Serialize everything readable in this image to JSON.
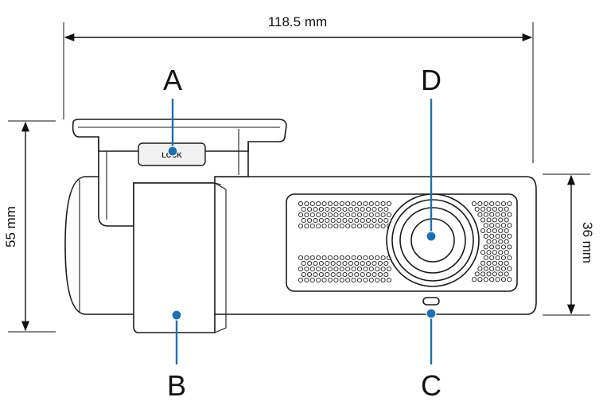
{
  "dimensions": {
    "width": "118.5 mm",
    "height": "55 mm",
    "body_height": "36 mm"
  },
  "callouts": {
    "a": "A",
    "b": "B",
    "c": "C",
    "d": "D"
  },
  "button_label": "LOCK",
  "colors": {
    "callout_line": "#1f6fb2",
    "outline": "#1a1a1a"
  }
}
